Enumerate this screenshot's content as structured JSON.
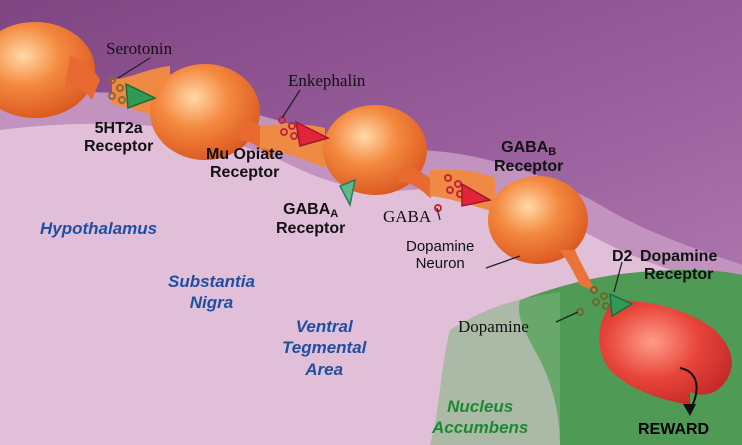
{
  "colors": {
    "background": "#e2bfd9",
    "pathway_band": "#8a4e8c",
    "nucleus_accumbens_area": "#4f9a55",
    "neuron_body": "#f07a3a",
    "reward_neuron": "#e23a3a",
    "region_label_blue": "#1f4fa0",
    "region_label_green": "#1e8a2e"
  },
  "labels": {
    "serotonin": "Serotonin",
    "receptor_5ht2a_line1": "5HT2a",
    "receptor_5ht2a_line2": "Receptor",
    "enkephalin": "Enkephalin",
    "mu_opiate_line1": "Mu Opiate",
    "mu_opiate_line2": "Receptor",
    "gaba_a_main": "GABA",
    "gaba_a_sub": "A",
    "gaba_a_line2": "Receptor",
    "gaba": "GABA",
    "gaba_b_main": "GABA",
    "gaba_b_sub": "B",
    "gaba_b_line2": "Receptor",
    "dopamine_neuron_line1": "Dopamine",
    "dopamine_neuron_line2": "Neuron",
    "d2": "D2",
    "dopamine_receptor_line1": "Dopamine",
    "dopamine_receptor_line2": "Receptor",
    "dopamine": "Dopamine",
    "reward": "REWARD"
  },
  "regions": {
    "hypothalamus": "Hypothalamus",
    "substantia_line1": "Substantia",
    "substantia_line2": "Nigra",
    "vta_line1": "Ventral",
    "vta_line2": "Tegmental",
    "vta_line3": "Area",
    "nucleus_line1": "Nucleus",
    "nucleus_line2": "Accumbens"
  }
}
